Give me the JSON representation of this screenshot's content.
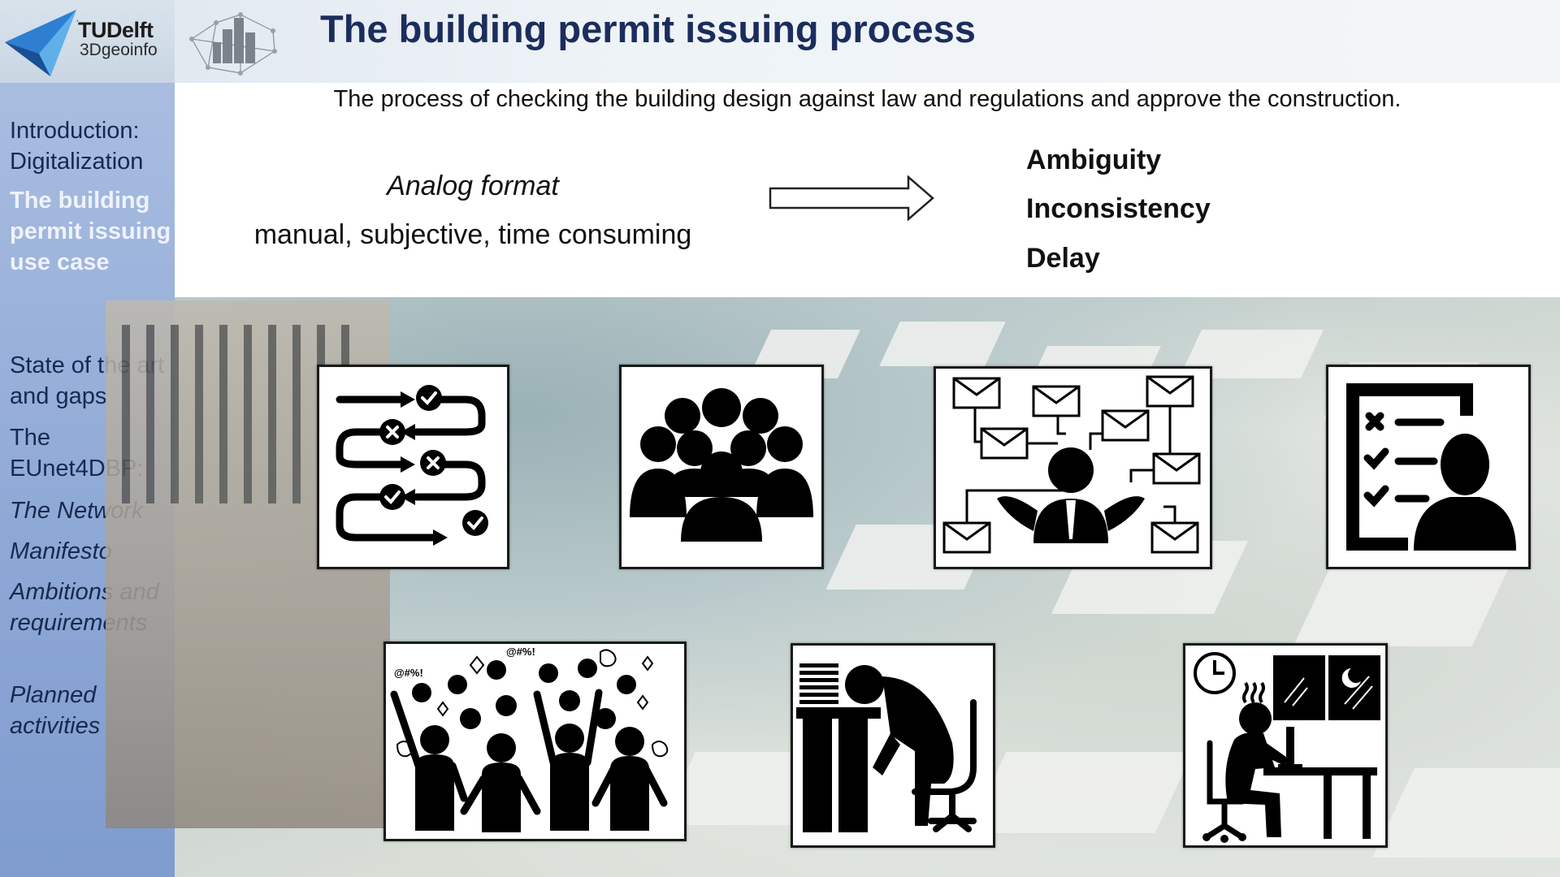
{
  "header": {
    "logo_name": "TUDelft",
    "logo_sub": "3Dgeoinfo",
    "title": "The building permit issuing process"
  },
  "sidebar": {
    "items": [
      {
        "label": "Introduction: Digitalization",
        "active": false,
        "italic": false
      },
      {
        "label": "The building permit issuing use case",
        "active": true,
        "italic": false
      },
      {
        "label": "State of the art and gaps",
        "active": false,
        "italic": false
      },
      {
        "label": "The EUnet4DBP:",
        "active": false,
        "italic": false
      },
      {
        "label": "The Network",
        "active": false,
        "italic": true
      },
      {
        "label": "Manifesto",
        "active": false,
        "italic": true
      },
      {
        "label": "Ambitions and requirements",
        "active": false,
        "italic": true
      },
      {
        "label": "Planned activities",
        "active": false,
        "italic": true
      }
    ]
  },
  "content": {
    "intro": "The process of checking the building design against law and regulations and approve the construction.",
    "analog_title": "Analog format",
    "analog_desc": "manual, subjective, time consuming",
    "issues": [
      "Ambiguity",
      "Inconsistency",
      "Delay"
    ]
  },
  "icons": [
    "process-flow-checklist-icon",
    "crowd-people-icon",
    "email-overload-man-icon",
    "checklist-person-icon",
    "frustrated-crowd-icon",
    "tired-desk-worker-icon",
    "overtime-night-worker-icon"
  ],
  "colors": {
    "title": "#1b2d5c",
    "sidebar": "#8fa9d6",
    "active_nav": "#eef2fb",
    "nav_text": "#17294f"
  }
}
